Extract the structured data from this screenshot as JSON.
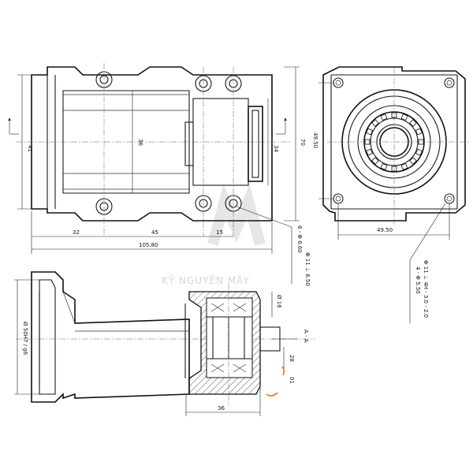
{
  "dimensions": {
    "left_front_height": "41",
    "mid_front_height": "36",
    "right_front_h1": "34",
    "right_front_h2": "70",
    "len_a": "32",
    "len_b": "45",
    "len_c": "15",
    "total_len": "105.80",
    "side_h": "49.50",
    "side_w": "49.50",
    "note_a": "6 - Φ 6.60",
    "note_b": "Φ 11 ⊥ 6.50",
    "section_od": "Ø 50H7 / g6",
    "section_bearing": "Ø 16",
    "section_bottom": "36",
    "section_small": "01",
    "section_pitch": "28",
    "section_mark": "A - A",
    "side_note": "4 - Φ 5.50",
    "side_note2": "Φ 11 ⊥ 4H - 3.0 - 2.0"
  },
  "watermark": "KỸ NGUYÊN MÁY"
}
